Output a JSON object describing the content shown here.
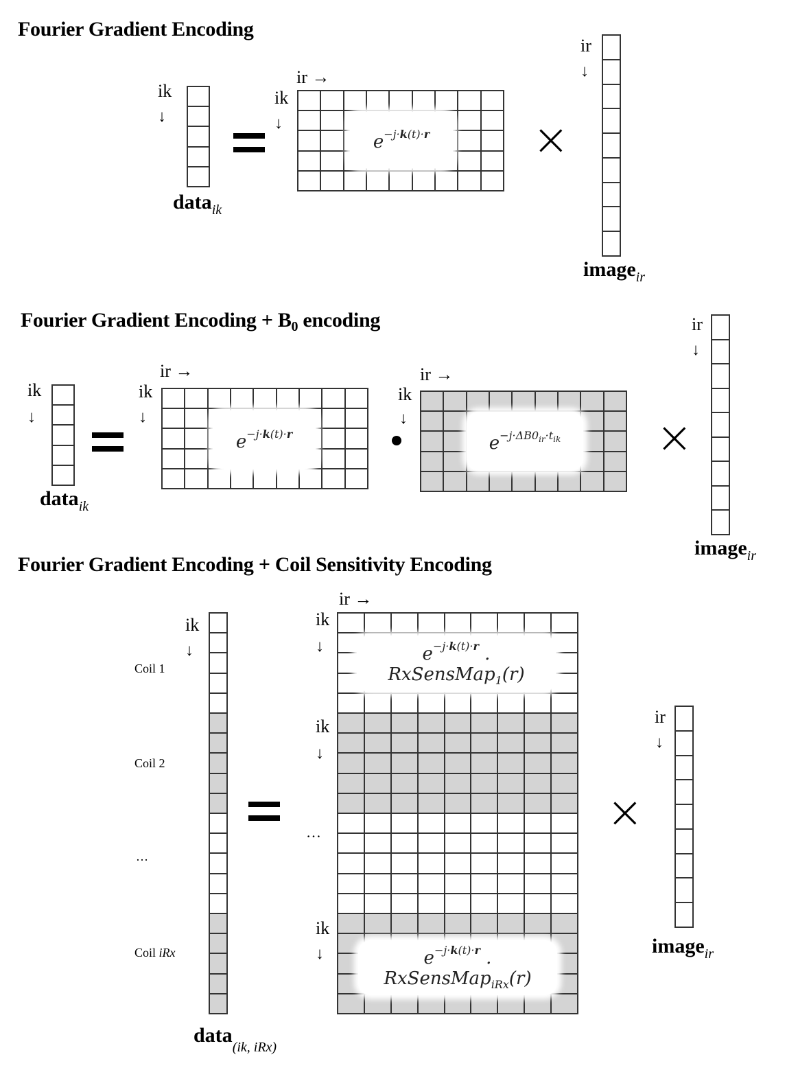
{
  "sections": [
    {
      "title": "Fourier Gradient Encoding",
      "data_vector": {
        "label": "data",
        "subscript": "ik",
        "cells": 5,
        "index_label": "ik"
      },
      "equals": "=",
      "matrix": {
        "rows": 5,
        "cols": 9,
        "row_index_label": "ik",
        "col_index_label": "ir",
        "formula": "e^{-j·k(t)·r}",
        "formula_base": "e",
        "formula_exp_pre": "−j·",
        "formula_exp_bold": "k",
        "formula_exp_mid": "(t)·",
        "formula_exp_bold2": "r",
        "shaded": false
      },
      "operator": "×",
      "image_vector": {
        "label": "image",
        "subscript": "ir",
        "cells": 9,
        "index_label": "ir"
      }
    },
    {
      "title": "Fourier Gradient Encoding + B",
      "title_sub": "0",
      "title_tail": " encoding",
      "data_vector": {
        "label": "data",
        "subscript": "ik",
        "cells": 5,
        "index_label": "ik"
      },
      "equals": "=",
      "matrix": {
        "rows": 5,
        "cols": 9,
        "row_index_label": "ik",
        "col_index_label": "ir",
        "formula_base": "e",
        "formula_exp_pre": "−j·",
        "formula_exp_bold": "k",
        "formula_exp_mid": "(t)·",
        "formula_exp_bold2": "r",
        "shaded": false
      },
      "elementwise_operator": "•",
      "b0_matrix": {
        "rows": 5,
        "cols": 9,
        "row_index_label": "ik",
        "col_index_label": "ir",
        "formula": "e^{-j·ΔB0_ir·t_ik}",
        "formula_base": "e",
        "formula_exp_pre": "−j·ΔB0",
        "formula_exp_sub1": "ir",
        "formula_exp_mid": "·t",
        "formula_exp_sub2": "ik",
        "shaded": true
      },
      "operator": "×",
      "image_vector": {
        "label": "image",
        "subscript": "ir",
        "cells": 9,
        "index_label": "ir"
      }
    },
    {
      "title": "Fourier Gradient Encoding + Coil Sensitivity Encoding",
      "data_vector": {
        "label": "data",
        "subscript": "(ik, iRx)",
        "cells": 20,
        "index_label": "ik",
        "coil_labels": [
          "Coil 1",
          "Coil 2",
          "…",
          "Coil iRx"
        ],
        "coil_label_prefix": "Coil ",
        "coil_label_last_italic": "iRx",
        "blocks": [
          {
            "name": "coil-1",
            "cells": 5,
            "shaded": false
          },
          {
            "name": "coil-2",
            "cells": 5,
            "shaded": true
          },
          {
            "name": "ellipsis",
            "cells": 5,
            "shaded": false
          },
          {
            "name": "coil-iRx",
            "cells": 5,
            "shaded": true
          }
        ]
      },
      "equals": "=",
      "ellipsis": "…",
      "matrix": {
        "rows": 20,
        "cols": 9,
        "row_index_label": "ik",
        "col_index_label": "ir",
        "formula_top_line1_base": "e",
        "formula_top_line1_exp_pre": "−j·",
        "formula_top_line1_exp_bold": "k",
        "formula_top_line1_exp_mid": "(t)·",
        "formula_top_line1_exp_bold2": "r",
        "formula_dot": " .",
        "formula_top_line2": "RxSensMap",
        "formula_top_line2_sub": "1",
        "formula_top_line2_tail": "(r)",
        "formula_bottom_line2": "RxSensMap",
        "formula_bottom_line2_sub": "iRx",
        "formula_bottom_line2_tail": "(r)"
      },
      "operator": "×",
      "image_vector": {
        "label": "image",
        "subscript": "ir",
        "cells": 9,
        "index_label": "ir"
      }
    }
  ],
  "symbols": {
    "arrow_right": "→",
    "arrow_down": "↓"
  },
  "colors": {
    "shade": "#d4d4d4",
    "grid_line": "#333333",
    "background": "#ffffff"
  }
}
